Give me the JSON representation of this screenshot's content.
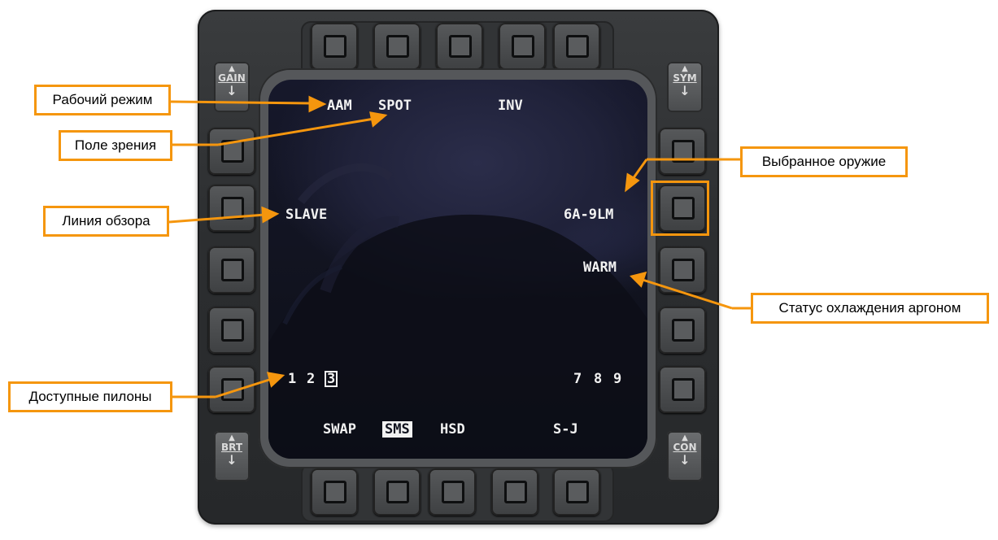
{
  "mfd": {
    "rockers": {
      "gain": "GAIN",
      "sym": "SYM",
      "brt": "BRT",
      "con": "CON"
    },
    "display": {
      "mode": "AAM",
      "fov": "SPOT",
      "polarity": "INV",
      "los": "SLAVE",
      "weapon": "6A-9LM",
      "cooling": "WARM",
      "pylons_left": [
        "1",
        "2",
        "3"
      ],
      "pylons_left_selected": "3",
      "pylons_right": [
        "7",
        "8",
        "9"
      ],
      "bottom": {
        "swap": "SWAP",
        "sms": "SMS",
        "hsd": "HSD",
        "sj": "S-J"
      }
    }
  },
  "callouts": {
    "work_mode": "Рабочий режим",
    "field_of_view": "Поле зрения",
    "line_of_sight": "Линия обзора",
    "available_pylons": "Доступные пилоны",
    "selected_weapon": "Выбранное оружие",
    "argon_cooling": "Статус охлаждения аргоном"
  },
  "colors": {
    "callout_accent": "#f5960e",
    "screen_bg": "#16182b",
    "symbology": "#f2f2f2"
  }
}
